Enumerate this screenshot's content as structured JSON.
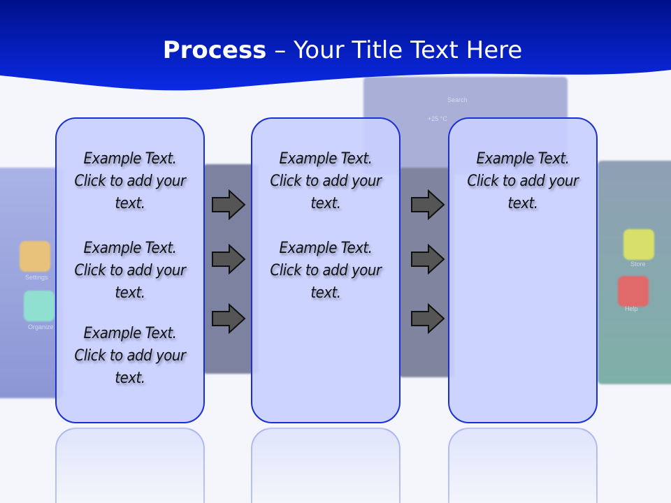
{
  "header": {
    "title_bold": "Process",
    "title_rest": " – Your Title Text Here",
    "colors": {
      "band": "#0a1fcf",
      "band_dark": "#00108a"
    }
  },
  "background_labels": {
    "settings": "Settings",
    "organize": "Organize",
    "store": "Store",
    "help": "Help",
    "temperature": "+25 °C",
    "search": "Search"
  },
  "columns": [
    {
      "paragraphs": [
        "Example Text. Click  to add your text.",
        "Example Text. Click  to add your text.",
        "Example Text. Click  to add your text."
      ]
    },
    {
      "paragraphs": [
        "Example Text. Click  to add your text.",
        "Example Text. Click  to add your text."
      ]
    },
    {
      "paragraphs": [
        "Example Text. Click  to add your text."
      ]
    }
  ],
  "arrows": {
    "icon": "right-arrow-icon",
    "color": "#555555"
  },
  "box_colors": {
    "fill": "#c8d0ff",
    "border": "#1a2fd6"
  }
}
